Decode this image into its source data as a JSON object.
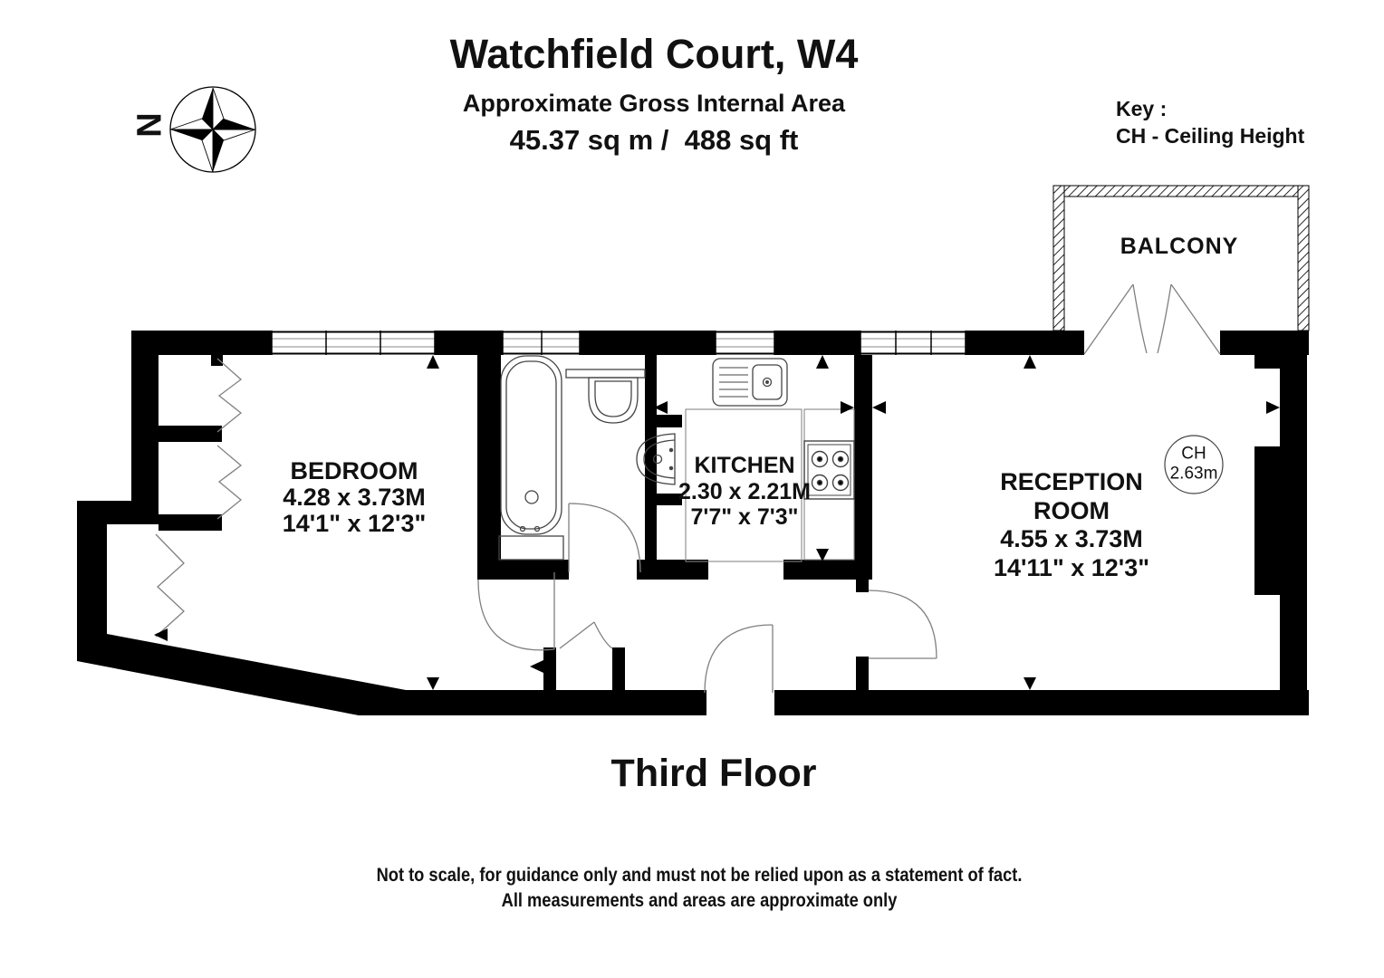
{
  "header": {
    "title": "Watchfield Court, W4",
    "subtitle": "Approximate Gross Internal Area",
    "area": "45.37 sq m /  488 sq ft"
  },
  "key": {
    "heading": "Key :",
    "entry": "CH - Ceiling Height"
  },
  "compass": {
    "north": "N"
  },
  "rooms": {
    "balcony": {
      "name": "BALCONY"
    },
    "bedroom": {
      "name": "BEDROOM",
      "metric": "4.28 x 3.73M",
      "imperial": "14'1\" x 12'3\""
    },
    "kitchen": {
      "name": "KITCHEN",
      "metric": "2.30 x 2.21M",
      "imperial": "7'7\" x 7'3\""
    },
    "reception": {
      "name_line1": "RECEPTION",
      "name_line2": "ROOM",
      "metric": "4.55 x 3.73M",
      "imperial": "14'11\" x 12'3\""
    }
  },
  "ceiling_height": {
    "label": "CH",
    "value": "2.63m"
  },
  "floor": {
    "label": "Third Floor"
  },
  "disclaimer": {
    "line1": "Not to scale, for guidance only and must not be relied upon as a statement of fact.",
    "line2": "All measurements and areas are approximate only"
  },
  "colors": {
    "wall": "#000000",
    "background": "#ffffff",
    "thin_line": "#808080"
  }
}
